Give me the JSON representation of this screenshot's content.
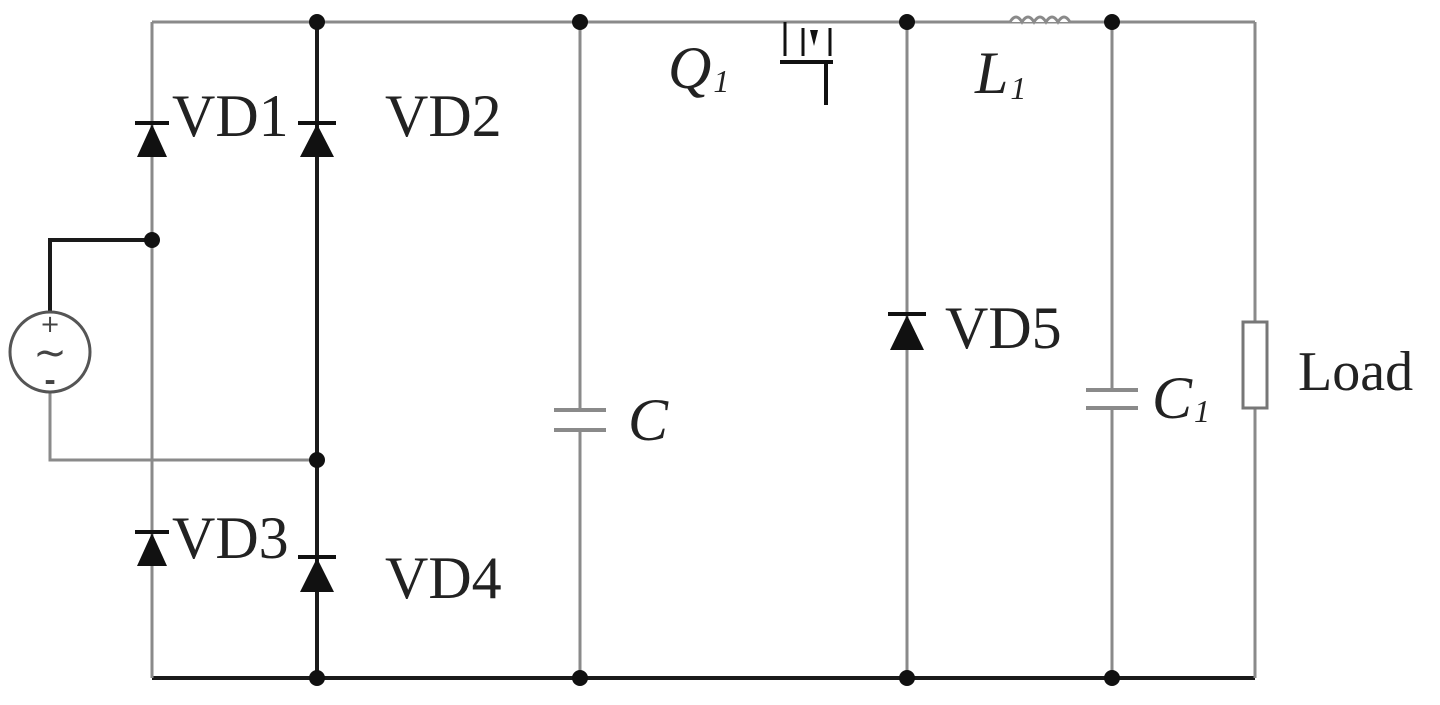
{
  "labels": {
    "vd1": "VD1",
    "vd2": "VD2",
    "vd3": "VD3",
    "vd4": "VD4",
    "vd5": "VD5",
    "q1_main": "Q",
    "q1_sub": "1",
    "l1_main": "L",
    "l1_sub": "1",
    "c_main": "C",
    "c1_main": "C",
    "c1_sub": "1",
    "load": "Load",
    "src_plus": "+",
    "src_minus": "-",
    "src_wave": "~"
  }
}
